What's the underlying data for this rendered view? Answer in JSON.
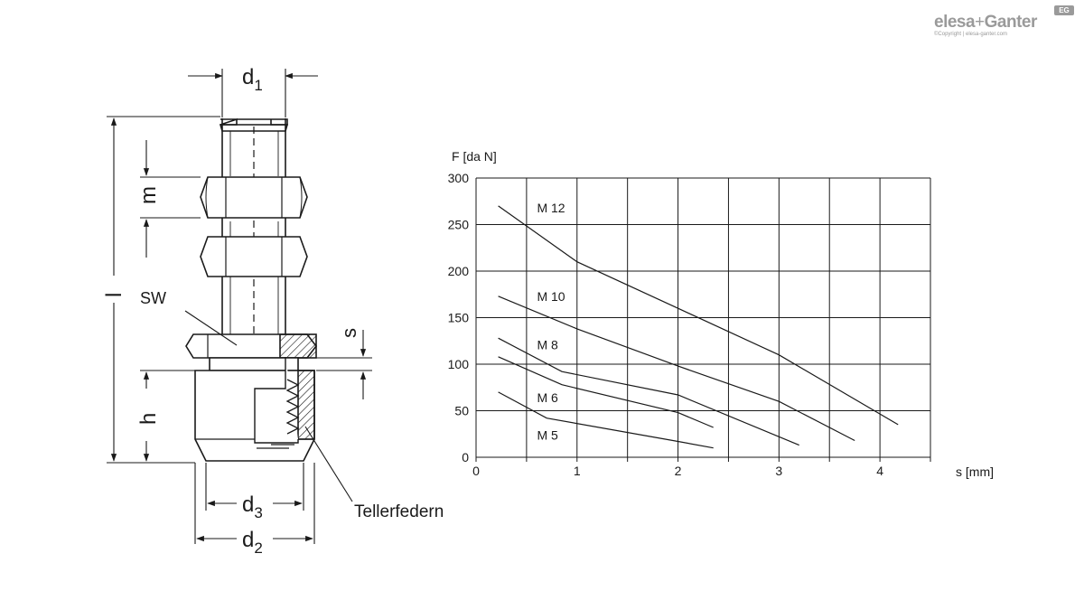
{
  "logo": {
    "brand_part1": "elesa",
    "plus": "+",
    "brand_part2": "Ganter",
    "badge": "EG",
    "copyright": "©Copyright | elesa-ganter.com"
  },
  "drawing": {
    "d1": "d",
    "d1_sub": "1",
    "d2": "d",
    "d2_sub": "2",
    "d3": "d",
    "d3_sub": "3",
    "m": "m",
    "l": "l",
    "h": "h",
    "s": "s",
    "sw": "SW",
    "springs": "Tellerfedern"
  },
  "chart_data": {
    "type": "line",
    "ylabel": "F [da N]",
    "xlabel": "s [mm]",
    "xlim": [
      0,
      4.5
    ],
    "ylim": [
      0,
      300
    ],
    "xticks": [
      "0",
      "1",
      "2",
      "3",
      "4"
    ],
    "yticks": [
      "0",
      "50",
      "100",
      "150",
      "200",
      "250",
      "300"
    ],
    "grid": true,
    "series": [
      {
        "name": "M 12",
        "x": [
          0.22,
          1.0,
          2.0,
          3.0,
          4.18
        ],
        "y": [
          270,
          210,
          160,
          110,
          35
        ]
      },
      {
        "name": "M 10",
        "x": [
          0.22,
          1.0,
          2.0,
          3.0,
          3.75
        ],
        "y": [
          173,
          138,
          98,
          60,
          18
        ]
      },
      {
        "name": "M 8",
        "x": [
          0.22,
          0.85,
          2.0,
          3.2
        ],
        "y": [
          128,
          92,
          67,
          13
        ]
      },
      {
        "name": "M 6",
        "x": [
          0.22,
          0.85,
          2.0,
          2.35
        ],
        "y": [
          108,
          78,
          48,
          32
        ]
      },
      {
        "name": "M 5",
        "x": [
          0.22,
          0.7,
          2.0,
          2.35
        ],
        "y": [
          70,
          42,
          17,
          10
        ]
      }
    ]
  }
}
